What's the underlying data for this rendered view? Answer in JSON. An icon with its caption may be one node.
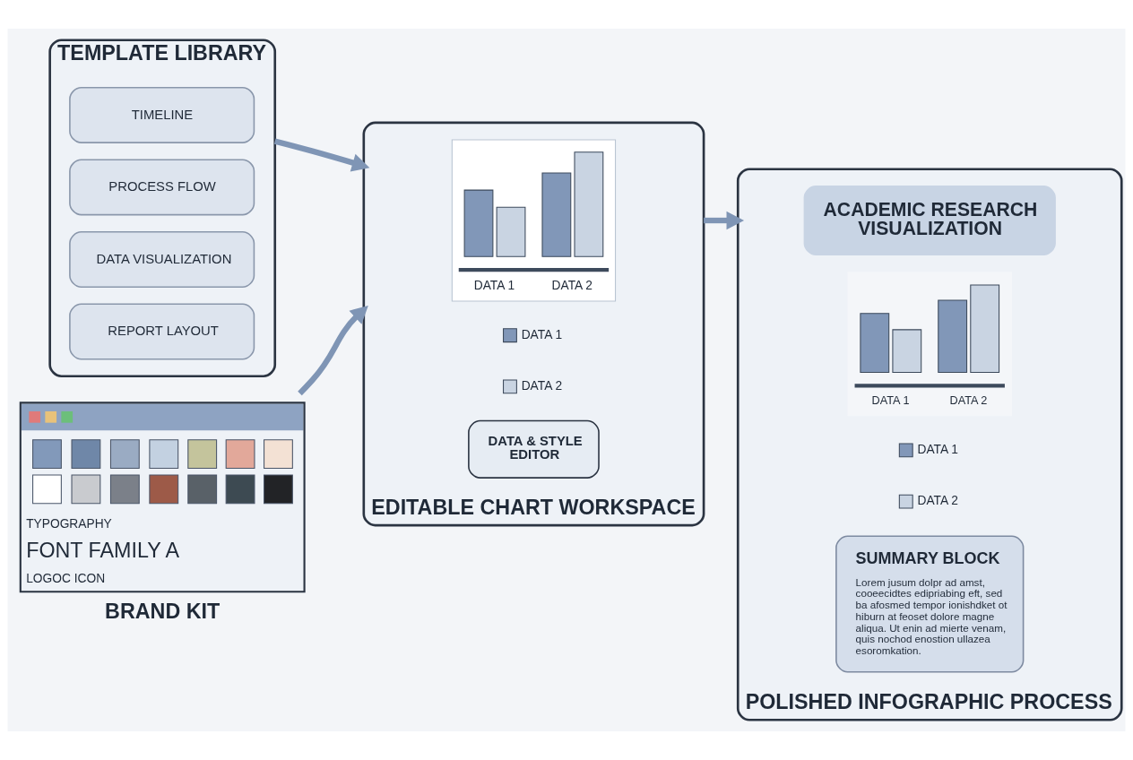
{
  "diagram": {
    "nodes": [
      {
        "text": [
          "TEMPLATE LIBRARY"
        ]
      },
      {
        "text": [
          "TIMELINE"
        ],
        "in": 0
      },
      {
        "text": [
          "PROCESS FLOW"
        ],
        "in": 0
      },
      {
        "text": [
          "DATA VISUALIZATION"
        ],
        "in": 0
      },
      {
        "text": [
          "REPORT LAYOUT"
        ],
        "in": 0
      },
      {
        "text": [
          "TYPOGRAPHY",
          "FONT FAMILY A",
          "LOGOC ICON",
          "BRAND KIT"
        ]
      },
      {
        "text": [
          "EDITABLE CHART WORKSPACE"
        ]
      },
      {
        "text": [
          "DATA 1",
          "DATA 2"
        ],
        "in": 6
      },
      {
        "text": [
          "DATA & STYLE EDITOR"
        ],
        "in": 6
      },
      {
        "text": [
          "POLISHED INFOGRAPHIC PROCESS"
        ]
      },
      {
        "text": [
          "ACADEMIC RESEARCH VISUALIZATION"
        ],
        "in": 9
      },
      {
        "text": [
          "DATA 1",
          "DATA 2"
        ],
        "in": 9
      },
      {
        "text": [
          "SUMMARY BLOCK",
          "Lorem jusum dolpr ad amst, cooeecidtes edipriabing eft, sed ba afosmed tempor ionishdket ot hiburn at feoset dolore magne aliqua. Ut enin ad mierte venam, quis nochod enostion ullazea esoromkation."
        ],
        "in": 9
      }
    ],
    "edges": [
      {
        "from": 0,
        "to": 6,
        "arrow": "to"
      },
      {
        "from": 5,
        "to": 6,
        "arrow": "to"
      },
      {
        "from": 6,
        "to": 9,
        "arrow": "to"
      }
    ],
    "legend": [
      {
        "text": "DATA 1",
        "color": "#8197b8"
      },
      {
        "text": "DATA 2",
        "color": "#c9d4e2"
      },
      {
        "text": "DATA 1",
        "color": "#8197b8"
      },
      {
        "text": "DATA 2",
        "color": "#c9d4e2"
      }
    ]
  }
}
